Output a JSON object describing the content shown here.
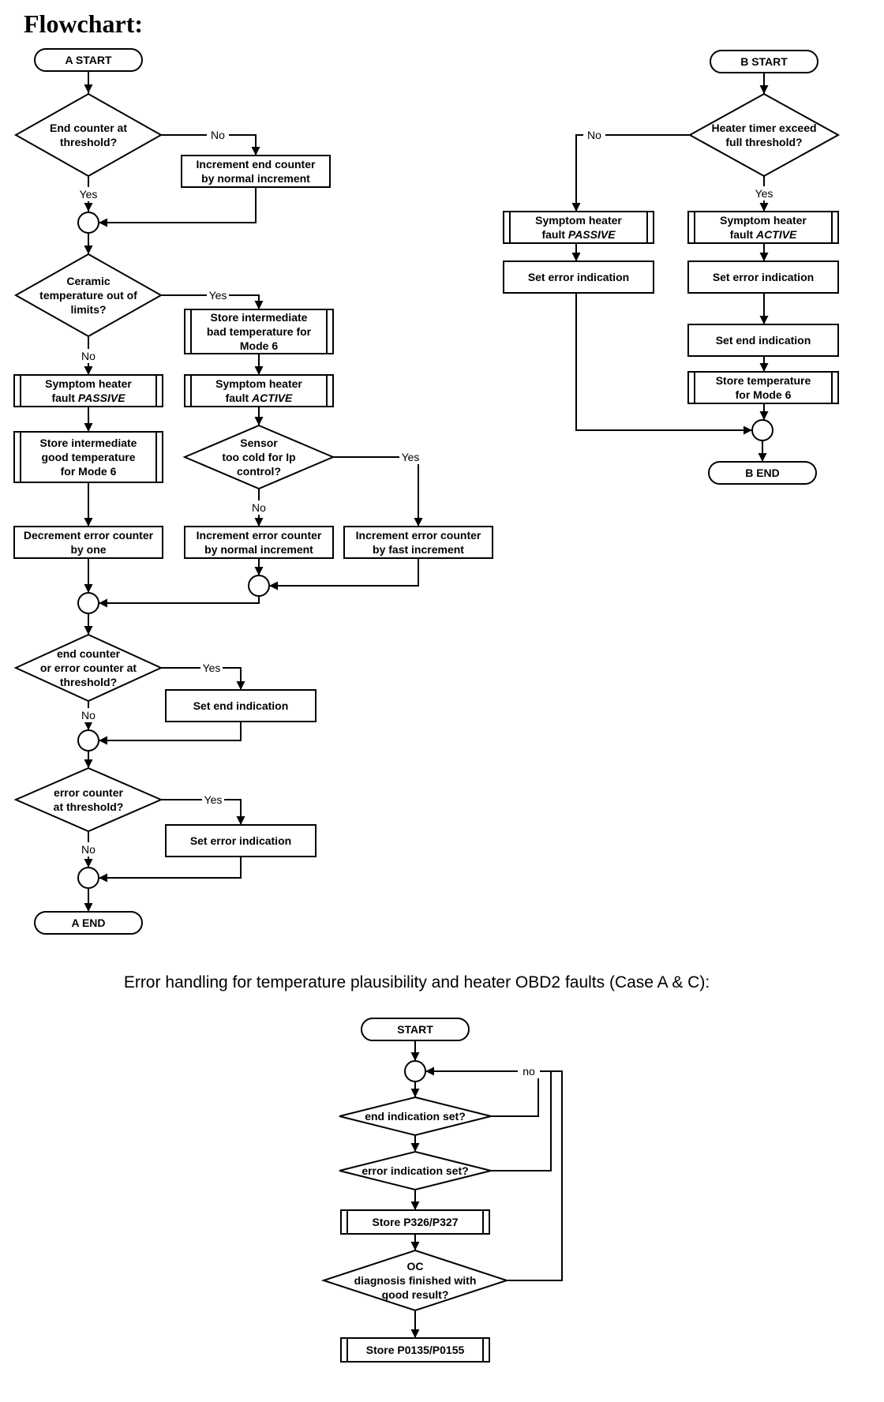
{
  "heading": "Flowchart:",
  "caption": "Error handling for temperature plausibility and heater OBD2 faults (Case A & C):",
  "nodes": {
    "a_start": "A START",
    "a_end_counter_q": [
      "End counter at",
      "threshold?"
    ],
    "a_inc_end_counter": [
      "Increment end counter",
      "by normal increment"
    ],
    "a_ceramic_q": [
      "Ceramic",
      "temperature out of",
      "limits?"
    ],
    "a_store_bad_temp": [
      "Store intermediate",
      "bad temperature for",
      "Mode 6"
    ],
    "a_symptom_passive": [
      "Symptom heater",
      "fault |PASSIVE"
    ],
    "a_symptom_active": [
      "Symptom heater",
      "fault |ACTIVE"
    ],
    "a_store_good_temp": [
      "Store intermediate",
      "good temperature",
      "for Mode 6"
    ],
    "a_sensor_cold_q": [
      "Sensor",
      "too cold for Ip",
      "control?"
    ],
    "a_dec_error": [
      "Decrement error counter",
      "by one"
    ],
    "a_inc_error_normal": [
      "Increment error counter",
      "by normal increment"
    ],
    "a_inc_error_fast": [
      "Increment error counter",
      "by fast increment"
    ],
    "a_end_or_error_q": [
      "end counter",
      "or error counter at",
      "threshold?"
    ],
    "a_set_end": [
      "Set end indication"
    ],
    "a_error_q": [
      "error counter",
      "at threshold?"
    ],
    "a_set_error": [
      "Set error indication"
    ],
    "a_end": "A END",
    "b_start": "B START",
    "b_heater_timer_q": [
      "Heater timer exceed",
      "full threshold?"
    ],
    "b_symptom_passive": [
      "Symptom heater",
      "fault |PASSIVE"
    ],
    "b_symptom_active": [
      "Symptom heater",
      "fault |ACTIVE"
    ],
    "b_set_error_l": [
      "Set error indication"
    ],
    "b_set_error_r": [
      "Set error indication"
    ],
    "b_set_end": [
      "Set end indication"
    ],
    "b_store_temp": [
      "Store temperature",
      "for Mode 6"
    ],
    "b_end": "B END",
    "c_start": "START",
    "c_end_ind_q": [
      "end indication set?"
    ],
    "c_error_ind_q": [
      "error indication set?"
    ],
    "c_store_p326": [
      "Store P326/P327"
    ],
    "c_oc_q": [
      "OC",
      "diagnosis finished with",
      "good result?"
    ],
    "c_store_p0135": [
      "Store P0135/P0155"
    ]
  },
  "edge_labels": {
    "yes": "Yes",
    "no": "No",
    "no_lower": "no"
  }
}
